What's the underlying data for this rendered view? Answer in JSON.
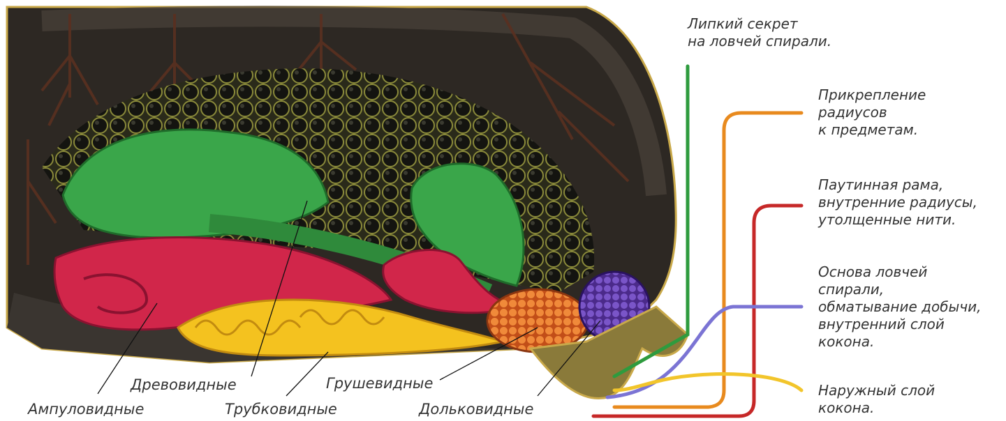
{
  "labels": {
    "ampullate": "Ампуловидные",
    "aggregate": "Древовидные",
    "tubuliform": "Трубковидные",
    "piriform": "Грушевидные",
    "lobular": "Дольковидные"
  },
  "functions": [
    {
      "id": "sticky",
      "lines": [
        "Липкий секрет",
        "на ловчей спирали."
      ],
      "color": "#2e9b3e"
    },
    {
      "id": "attach",
      "lines": [
        "Прикрепление",
        "радиусов",
        "к предметам."
      ],
      "color": "#e88a1e"
    },
    {
      "id": "frame",
      "lines": [
        "Паутинная рама,",
        "внутренние радиусы,",
        "утолщенные нити."
      ],
      "color": "#c62828"
    },
    {
      "id": "base",
      "lines": [
        "Основа ловчей",
        "спирали,",
        "обматывание добычи,",
        "внутренний слой",
        "кокона."
      ],
      "color": "#7b74d4"
    },
    {
      "id": "outer",
      "lines": [
        "Наружный слой",
        "кокона."
      ],
      "color": "#f2c52b"
    }
  ],
  "colors": {
    "abdomen": "#2b2622",
    "eggs": "#1c1c14",
    "green_gland": "#3aa64a",
    "red_gland": "#d1264a",
    "yellow_gland": "#f4c21f",
    "orange_gland": "#e7742a",
    "purple_gland": "#6b3fa8",
    "hair": "#c9a94a"
  }
}
